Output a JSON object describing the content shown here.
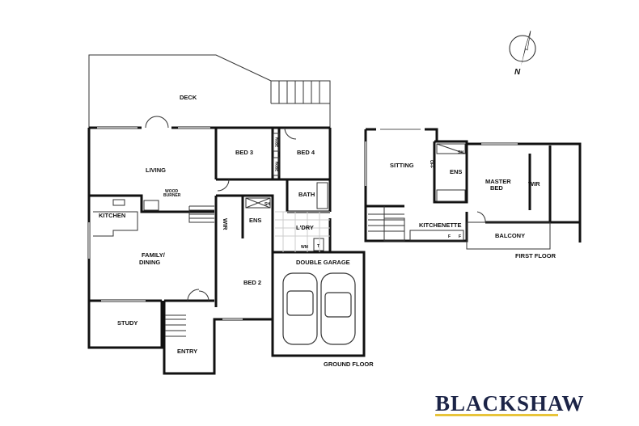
{
  "rooms": {
    "deck": "DECK",
    "living": "LIVING",
    "bed3": "BED 3",
    "bed4": "BED 4",
    "robe1": "ROBE",
    "robe2": "ROBE",
    "wood_burner_1": "WOOD",
    "wood_burner_2": "BURNER",
    "bath": "BATH",
    "kitchen": "KITCHEN",
    "wir": "WIR",
    "ens": "ENS",
    "sh": "SH",
    "ldry": "L'DRY",
    "wm": "WM",
    "t": "T",
    "family_1": "FAMILY/",
    "family_2": "DINING",
    "bed2": "BED 2",
    "double_garage": "DOUBLE GARAGE",
    "study": "STUDY",
    "entry": "ENTRY",
    "sitting": "SITTING",
    "off": "OFF",
    "ens_first": "ENS",
    "sh_first": "SH",
    "master_1": "MASTER",
    "master_2": "BED",
    "wir_first": "WIR",
    "kitchenette": "KITCHENETTE",
    "f1": "F",
    "f2": "F",
    "balcony": "BALCONY"
  },
  "floor_labels": {
    "ground": "GROUND FLOOR",
    "first": "FIRST FLOOR"
  },
  "compass": {
    "label": "N",
    "icon": "north-arrow-icon"
  },
  "brand": {
    "name": "BLACKSHAW",
    "navy": "#1c2447",
    "gold": "#e8c43a"
  }
}
